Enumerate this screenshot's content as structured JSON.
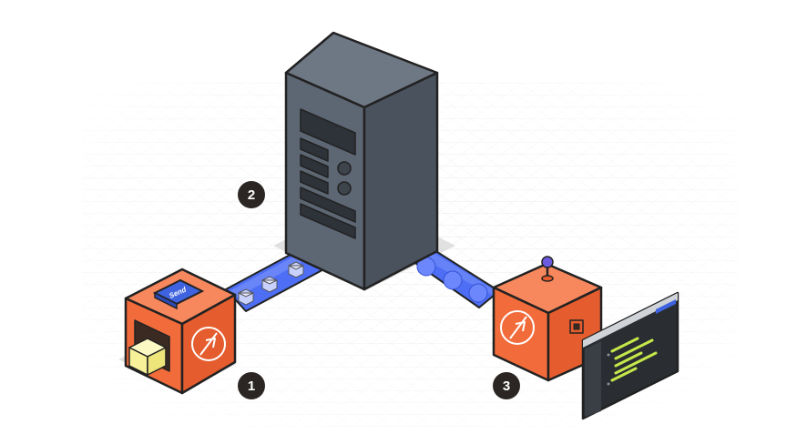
{
  "diagram": {
    "steps": [
      {
        "label": "1"
      },
      {
        "label": "2"
      },
      {
        "label": "3"
      }
    ],
    "send_button": {
      "label": "Send"
    },
    "colors": {
      "box_orange": "#F26B3A",
      "box_orange_dark": "#D9542A",
      "server_front": "#5D6673",
      "server_side": "#4A525E",
      "server_top": "#6E7784",
      "pipe_blue": "#4D6EF5",
      "pipe_blue_light": "#7E95FA",
      "badge_dark": "#2B2623",
      "send_blue": "#3F63E0",
      "package_yellow": "#F7F29A",
      "terminal_bg": "#2A2D32",
      "terminal_green": "#C5E84A"
    },
    "icons": {
      "box_left": "postman-rocket-icon",
      "box_right": "postman-rocket-icon",
      "antenna": "antenna-icon",
      "terminal": "terminal-window-icon",
      "package": "package-icon"
    }
  }
}
